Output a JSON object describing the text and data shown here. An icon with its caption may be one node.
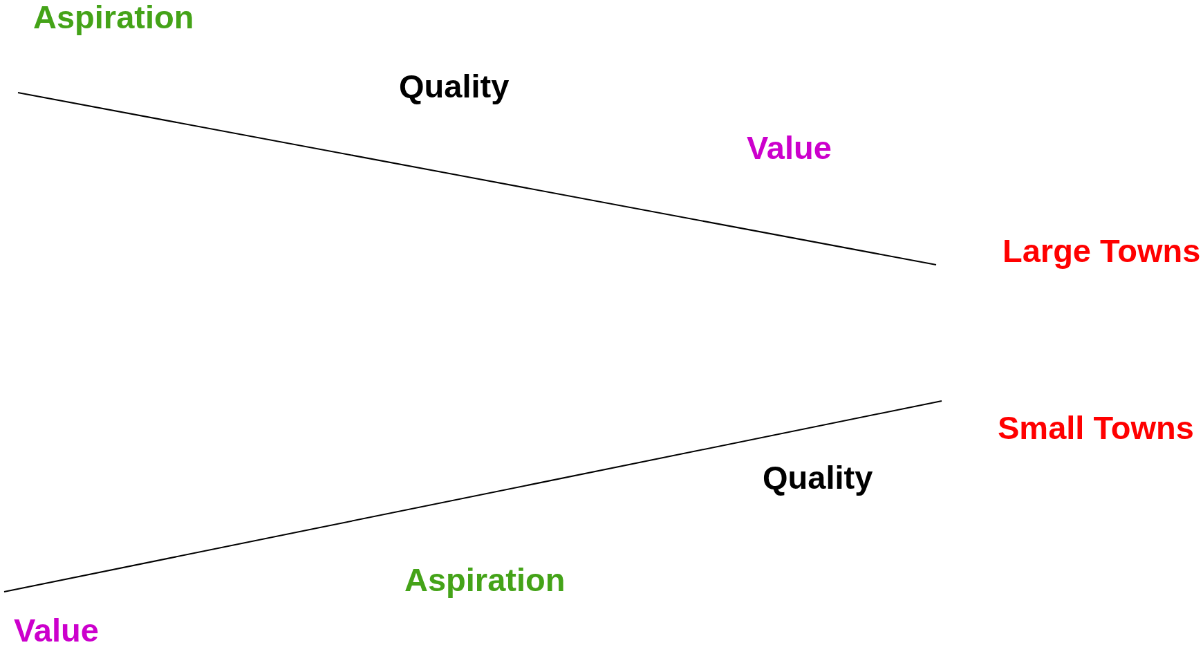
{
  "diagram": {
    "labels": [
      "Aspiration",
      "Quality",
      "Value",
      "Large Towns",
      "Small Towns",
      "Quality",
      "Aspiration",
      "Value"
    ]
  }
}
